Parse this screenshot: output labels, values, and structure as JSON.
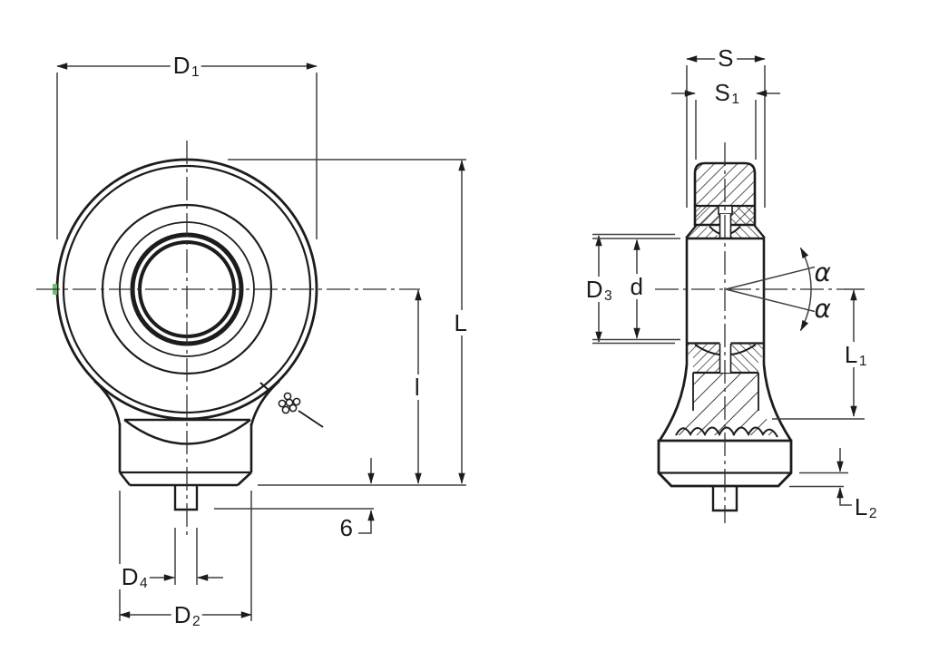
{
  "document": {
    "kind": "technical-drawing",
    "background": "#ffffff"
  },
  "colors": {
    "object_line": "#1c1c1c",
    "hatch_line": "#2a2a2a",
    "dimension_line": "#3f3f3f",
    "arrow_fill": "#1c1c1c",
    "centerline": "#2f2f2f",
    "highlight_green": "#6abf69",
    "label_text": "#1c1c1c"
  },
  "labels": {
    "d1": {
      "main": "D",
      "sub": "1"
    },
    "s": {
      "main": "S",
      "sub": ""
    },
    "s1": {
      "main": "S",
      "sub": "1"
    },
    "L": {
      "main": "L",
      "sub": ""
    },
    "l": {
      "main": "l",
      "sub": ""
    },
    "d3": {
      "main": "D",
      "sub": "3"
    },
    "d": {
      "main": "d",
      "sub": ""
    },
    "alpha_upper": {
      "main": "α",
      "sub": ""
    },
    "alpha_lower": {
      "main": "α",
      "sub": ""
    },
    "L1": {
      "main": "L",
      "sub": "1"
    },
    "L2": {
      "main": "L",
      "sub": "2"
    },
    "six": {
      "main": "6",
      "sub": ""
    },
    "d4": {
      "main": "D",
      "sub": "4"
    },
    "d2": {
      "main": "D",
      "sub": "2"
    }
  }
}
